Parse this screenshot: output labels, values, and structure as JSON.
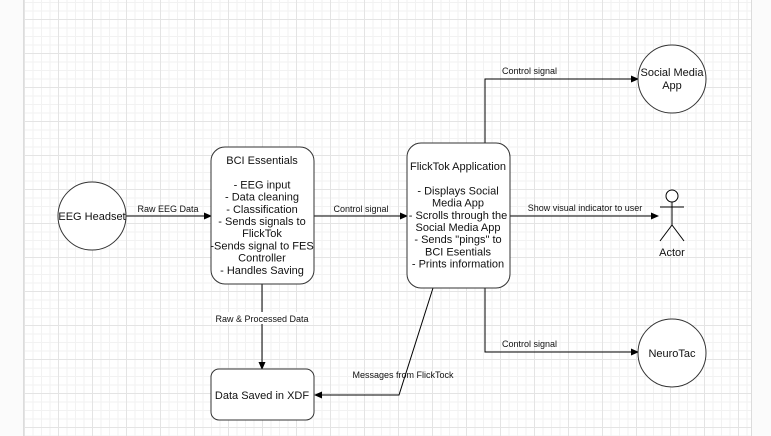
{
  "diagram": {
    "nodes": {
      "eeg_headset": {
        "label": "EEG Headset",
        "shape": "circle"
      },
      "bci_essentials": {
        "shape": "rounded-rect",
        "lines": [
          "BCI Essentials",
          "",
          "- EEG input",
          "- Data cleaning",
          "- Classification",
          "- Sends signals to",
          "FlickTok",
          "-Sends signal to FES",
          "Controller",
          "- Handles Saving"
        ]
      },
      "flicktok": {
        "shape": "rounded-rect",
        "lines": [
          "FlickTok Application",
          "",
          "- Displays Social",
          "Media App",
          "- Scrolls through the",
          "Social Media App",
          "- Sends \"pings\" to",
          "BCI Esentials",
          "- Prints information"
        ]
      },
      "social_media_app": {
        "shape": "circle",
        "lines": [
          "Social Media",
          "App"
        ]
      },
      "actor": {
        "shape": "stick-figure",
        "label": "Actor"
      },
      "neurotac": {
        "shape": "circle",
        "label": "NeuroTac"
      },
      "data_saved": {
        "shape": "rounded-rect",
        "label": "Data Saved in XDF"
      }
    },
    "edges": {
      "eeg_to_bci": {
        "from": "EEG Headset",
        "to": "BCI Essentials",
        "label": "Raw EEG Data"
      },
      "bci_to_flicktok": {
        "from": "BCI Essentials",
        "to": "FlickTok Application",
        "label": "Control signal"
      },
      "flicktok_to_social": {
        "from": "FlickTok Application",
        "to": "Social Media App",
        "label": "Control signal"
      },
      "flicktok_to_actor": {
        "from": "FlickTok Application",
        "to": "Actor",
        "label": "Show visual indicator to user"
      },
      "flicktok_to_neurotac": {
        "from": "FlickTok Application",
        "to": "NeuroTac",
        "label": "Control signal"
      },
      "bci_to_saved": {
        "from": "BCI Essentials",
        "to": "Data Saved in XDF",
        "label": "Raw & Processed Data"
      },
      "flicktok_to_saved": {
        "from": "FlickTok Application",
        "to": "Data Saved in XDF",
        "label": "Messages from FlickTock"
      }
    }
  }
}
